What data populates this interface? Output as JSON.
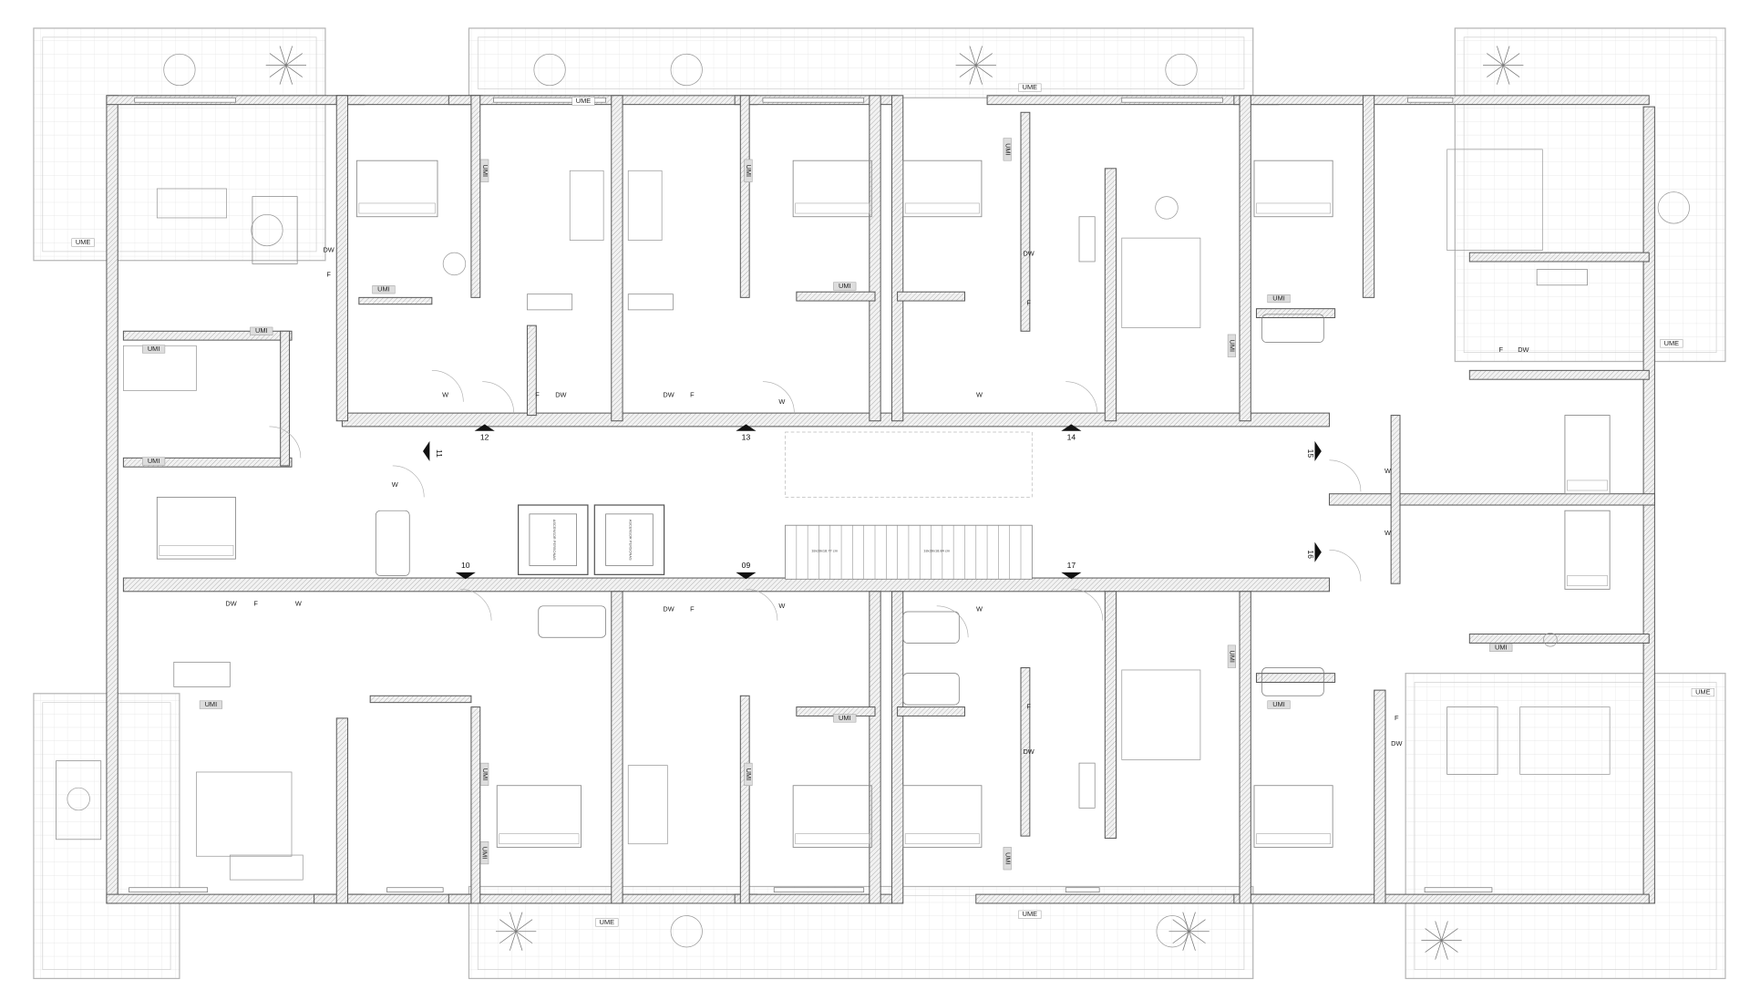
{
  "plan": {
    "unit_numbers": [
      "09",
      "10",
      "11",
      "12",
      "13",
      "14",
      "15",
      "16",
      "17"
    ],
    "appliance_labels": {
      "fridge": "F",
      "dishwasher": "DW",
      "washer": "W",
      "interior_unit": "UMI",
      "exterior_unit": "UME"
    },
    "elevator_label": "ASCENSOR PERSONAS",
    "stair_labels": [
      "18x28x18.77 cm",
      "18x28x18.84 cm"
    ],
    "colors": {
      "wall": "#555555",
      "hatch": "#9a9a9a",
      "line": "#8a8a8a",
      "grid": "#dcdcdc"
    }
  }
}
